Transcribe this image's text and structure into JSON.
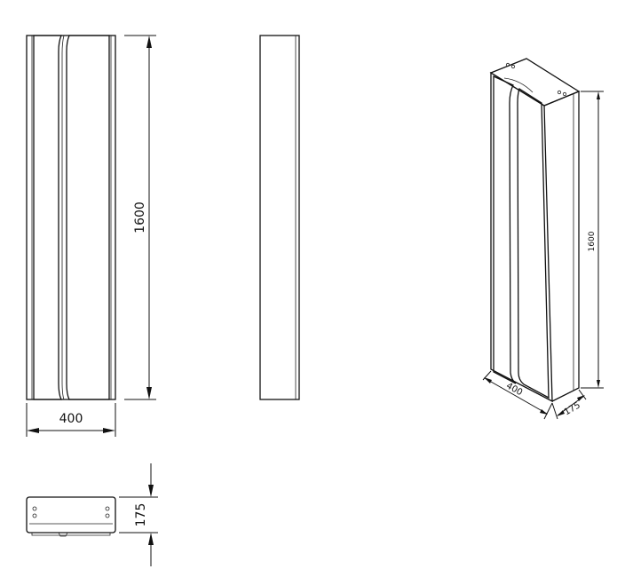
{
  "drawing": {
    "front_view": {
      "height_label": "1600",
      "width_label": "400"
    },
    "side_view": {},
    "top_view": {
      "depth_label": "175"
    },
    "iso_view": {
      "height_label": "1600",
      "width_label": "400",
      "depth_label": "175"
    }
  }
}
